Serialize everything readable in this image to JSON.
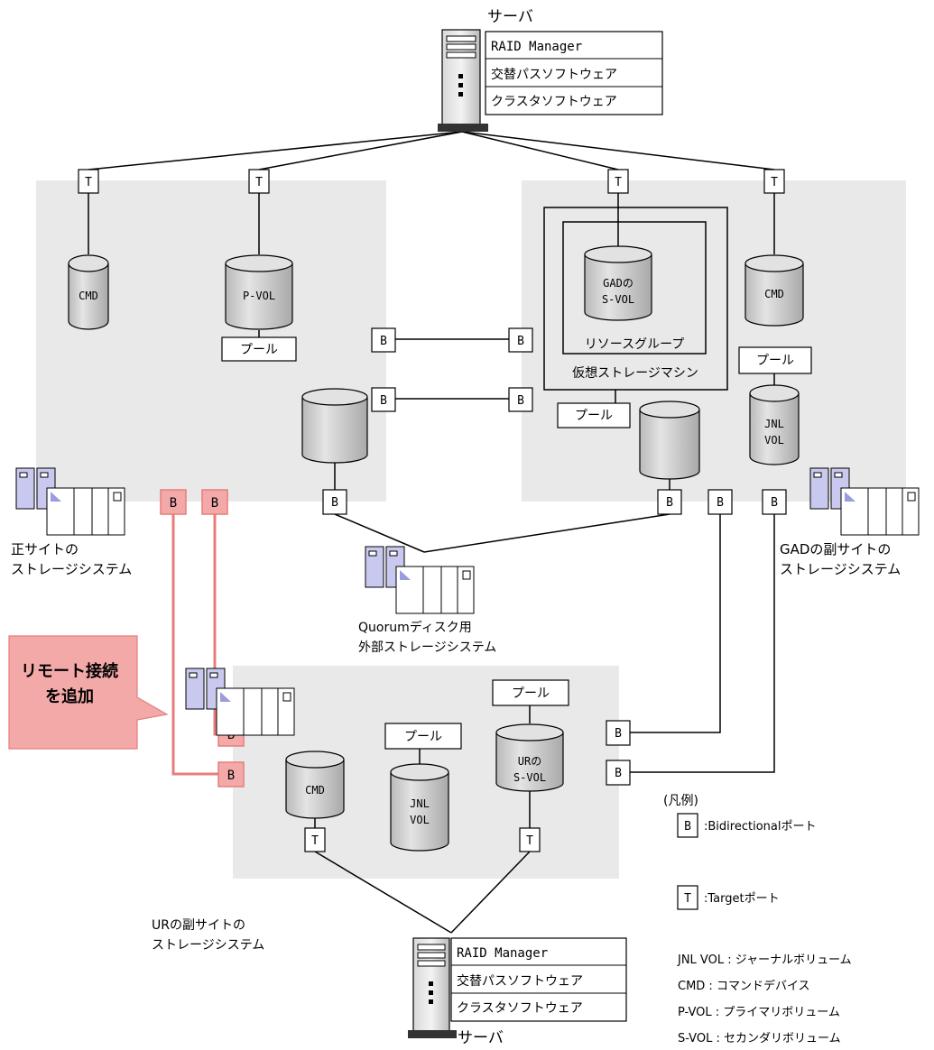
{
  "server_top": {
    "label": "サーバ",
    "software": [
      "RAID Manager",
      "交替パスソフトウェア",
      "クラスタソフトウェア"
    ]
  },
  "server_bottom": {
    "label": "サーバ",
    "software": [
      "RAID Manager",
      "交替パスソフトウェア",
      "クラスタソフトウェア"
    ]
  },
  "ports": {
    "target": "T",
    "bidirectional": "B"
  },
  "primary_site": {
    "caption_line1": "正サイトの",
    "caption_line2": "ストレージシステム",
    "cmd": "CMD",
    "pvol": "P-VOL",
    "pool": "プール"
  },
  "gad_site": {
    "caption_line1": "GADの副サイトの",
    "caption_line2": "ストレージシステム",
    "svol_line1": "GADの",
    "svol_line2": "S-VOL",
    "resource_group": "リソースグループ",
    "virtual_machine": "仮想ストレージマシン",
    "pool1": "プール",
    "pool2": "プール",
    "cmd": "CMD",
    "jnl_line1": "JNL",
    "jnl_line2": "VOL"
  },
  "quorum": {
    "caption_line1": "Quorumディスク用",
    "caption_line2": "外部ストレージシステム"
  },
  "ur_site": {
    "caption_line1": "URの副サイトの",
    "caption_line2": "ストレージシステム",
    "cmd": "CMD",
    "pool1": "プール",
    "pool2": "プール",
    "jnl_line1": "JNL",
    "jnl_line2": "VOL",
    "svol_line1": "URの",
    "svol_line2": "S-VOL"
  },
  "callout": {
    "line1": "リモート接続",
    "line2": "を追加"
  },
  "legend": {
    "title": "(凡例)",
    "b_symbol": "B",
    "b_desc": ":Bidirectionalポート",
    "t_symbol": "T",
    "t_desc": ":Targetポート",
    "defs": [
      "JNL VOL : ジャーナルボリューム",
      "CMD : コマンドデバイス",
      "P-VOL : プライマリボリューム",
      "S-VOL : セカンダリボリューム"
    ]
  },
  "colors": {
    "panel": "#e9e9e9",
    "cylinder": "#cfcfcf",
    "highlight_fill": "#f4a9a9",
    "highlight_stroke": "#e87c7c",
    "storage_blue": "#c9c9f0"
  }
}
